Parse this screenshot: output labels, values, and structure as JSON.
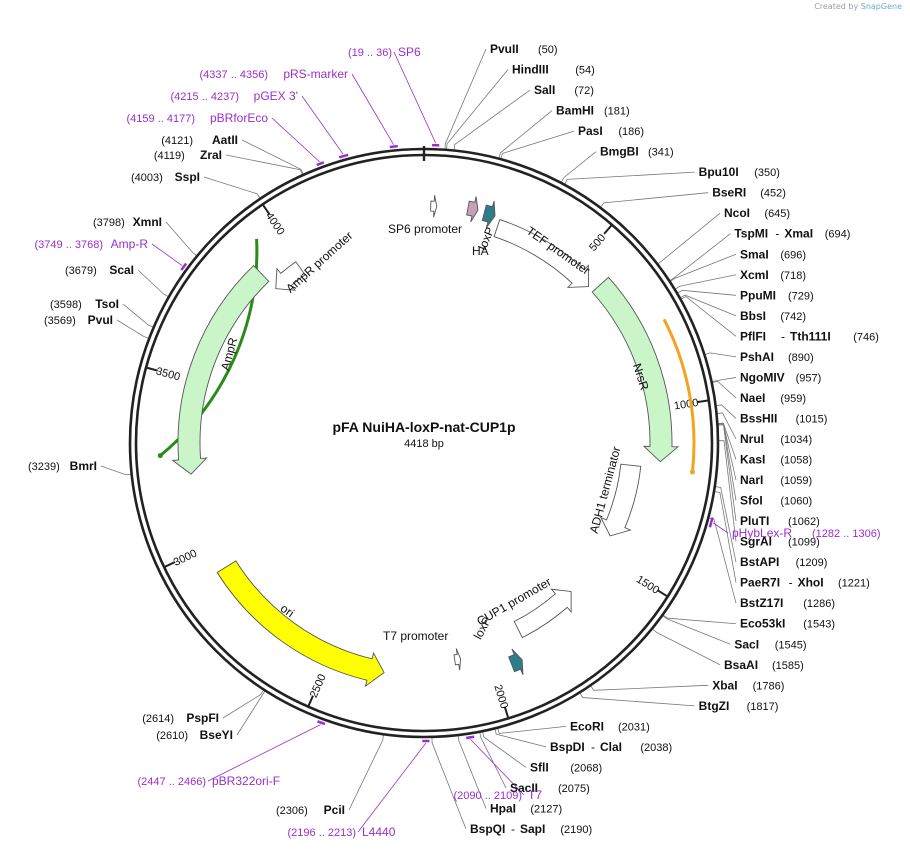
{
  "credit": {
    "prefix": "Created by",
    "brand": "SnapGene"
  },
  "plasmid": {
    "name": "pFA NuiHA-loxP-nat-CUP1p",
    "length_label": "4418 bp",
    "length": 4418
  },
  "tick_labels": [
    {
      "pos": 500,
      "label": "500"
    },
    {
      "pos": 1000,
      "label": "1000"
    },
    {
      "pos": 1500,
      "label": "1500"
    },
    {
      "pos": 2000,
      "label": "2000"
    },
    {
      "pos": 2500,
      "label": "2500"
    },
    {
      "pos": 3000,
      "label": "3000"
    },
    {
      "pos": 3500,
      "label": "3500"
    },
    {
      "pos": 4000,
      "label": "4000"
    }
  ],
  "right_sites": [
    {
      "pos": 50,
      "name": "PvuII",
      "coord": "(50)"
    },
    {
      "pos": 54,
      "name": "HindIII",
      "coord": "(54)"
    },
    {
      "pos": 72,
      "name": "SalI",
      "coord": "(72)"
    },
    {
      "pos": 181,
      "name": "BamHI",
      "coord": "(181)"
    },
    {
      "pos": 186,
      "name": "PasI",
      "coord": "(186)"
    },
    {
      "pos": 341,
      "name": "BmgBI",
      "coord": "(341)"
    },
    {
      "pos": 350,
      "name": "Bpu10I",
      "coord": "(350)"
    },
    {
      "pos": 452,
      "name": "BseRI",
      "coord": "(452)"
    },
    {
      "pos": 645,
      "name": "NcoI",
      "coord": "(645)"
    },
    {
      "pos": 694,
      "name": "TspMI",
      "name2": "XmaI",
      "coord": "(694)"
    },
    {
      "pos": 696,
      "name": "SmaI",
      "coord": "(696)"
    },
    {
      "pos": 718,
      "name": "XcmI",
      "coord": "(718)"
    },
    {
      "pos": 729,
      "name": "PpuMI",
      "coord": "(729)"
    },
    {
      "pos": 742,
      "name": "BbsI",
      "coord": "(742)"
    },
    {
      "pos": 746,
      "name": "PflFI",
      "name2": "Tth111I",
      "coord": "(746)"
    },
    {
      "pos": 890,
      "name": "PshAI",
      "coord": "(890)"
    },
    {
      "pos": 957,
      "name": "NgoMIV",
      "coord": "(957)"
    },
    {
      "pos": 959,
      "name": "NaeI",
      "coord": "(959)"
    },
    {
      "pos": 1015,
      "name": "BssHII",
      "coord": "(1015)"
    },
    {
      "pos": 1034,
      "name": "NruI",
      "coord": "(1034)"
    },
    {
      "pos": 1058,
      "name": "KasI",
      "coord": "(1058)"
    },
    {
      "pos": 1059,
      "name": "NarI",
      "coord": "(1059)"
    },
    {
      "pos": 1060,
      "name": "SfoI",
      "coord": "(1060)"
    },
    {
      "pos": 1062,
      "name": "PluTI",
      "coord": "(1062)"
    },
    {
      "pos": 1099,
      "name": "SgrAI",
      "coord": "(1099)"
    },
    {
      "pos": 1209,
      "name": "BstAPI",
      "coord": "(1209)"
    },
    {
      "pos": 1221,
      "name": "PaeR7I",
      "name2": "XhoI",
      "coord": "(1221)"
    },
    {
      "pos": 1286,
      "name": "BstZ17I",
      "coord": "(1286)"
    },
    {
      "pos": 1543,
      "name": "Eco53kI",
      "coord": "(1543)"
    },
    {
      "pos": 1545,
      "name": "SacI",
      "coord": "(1545)"
    },
    {
      "pos": 1585,
      "name": "BsaAI",
      "coord": "(1585)"
    },
    {
      "pos": 1786,
      "name": "XbaI",
      "coord": "(1786)"
    },
    {
      "pos": 1817,
      "name": "BtgZI",
      "coord": "(1817)"
    },
    {
      "pos": 2031,
      "name": "EcoRI",
      "coord": "(2031)"
    },
    {
      "pos": 2038,
      "name": "BspDI",
      "name2": "ClaI",
      "coord": "(2038)"
    },
    {
      "pos": 2068,
      "name": "SflI",
      "coord": "(2068)"
    },
    {
      "pos": 2075,
      "name": "SacII",
      "coord": "(2075)"
    },
    {
      "pos": 2127,
      "name": "HpaI",
      "coord": "(2127)"
    },
    {
      "pos": 2190,
      "name": "BspQI",
      "name2": "SapI",
      "coord": "(2190)"
    }
  ],
  "left_sites": [
    {
      "pos": 4121,
      "name": "AatII",
      "coord": "(4121)"
    },
    {
      "pos": 4119,
      "name": "ZraI",
      "coord": "(4119)"
    },
    {
      "pos": 4003,
      "name": "SspI",
      "coord": "(4003)"
    },
    {
      "pos": 3798,
      "name": "XmnI",
      "coord": "(3798)"
    },
    {
      "pos": 3679,
      "name": "ScaI",
      "coord": "(3679)"
    },
    {
      "pos": 3598,
      "name": "TsoI",
      "coord": "(3598)"
    },
    {
      "pos": 3569,
      "name": "PvuI",
      "coord": "(3569)"
    },
    {
      "pos": 3239,
      "name": "BmrI",
      "coord": "(3239)"
    },
    {
      "pos": 2614,
      "name": "PspFI",
      "coord": "(2614)"
    },
    {
      "pos": 2610,
      "name": "BseYI",
      "coord": "(2610)"
    },
    {
      "pos": 2306,
      "name": "PciI",
      "coord": "(2306)"
    }
  ],
  "primers": [
    {
      "start": 19,
      "end": 36,
      "range": "(19 .. 36)",
      "name": "SP6"
    },
    {
      "start": 4337,
      "end": 4356,
      "range": "(4337 .. 4356)",
      "name": "pRS-marker"
    },
    {
      "start": 4215,
      "end": 4237,
      "range": "(4215 .. 4237)",
      "name": "pGEX 3'"
    },
    {
      "start": 4159,
      "end": 4177,
      "range": "(4159 .. 4177)",
      "name": "pBRforEco"
    },
    {
      "start": 3749,
      "end": 3768,
      "range": "(3749 .. 3768)",
      "name": "Amp-R"
    },
    {
      "start": 1282,
      "end": 1306,
      "range": "(1282 .. 1306)",
      "name": "pHybLex-R"
    },
    {
      "start": 2090,
      "end": 2109,
      "range": "(2090 .. 2109)",
      "name": "T7"
    },
    {
      "start": 2196,
      "end": 2213,
      "range": "(2196 .. 2213)",
      "name": "L4440"
    },
    {
      "start": 2447,
      "end": 2466,
      "range": "(2447 .. 2466)",
      "name": "pBR322ori-F"
    }
  ],
  "features": [
    {
      "name": "SP6 promoter",
      "start": 20,
      "end": 38,
      "color": "#ffffff",
      "dir": 1
    },
    {
      "name": "HA",
      "start": 130,
      "end": 160,
      "color": "#c8a0b4",
      "dir": 1
    },
    {
      "name": "loxP",
      "start": 180,
      "end": 213,
      "color": "#2e7d8c",
      "dir": 1
    },
    {
      "name": "TEF promoter",
      "start": 230,
      "end": 570,
      "color": "#ffffff",
      "dir": 1
    },
    {
      "name": "NrsR",
      "start": 590,
      "end": 1160,
      "color": "#c9f5c9",
      "dir": 1
    },
    {
      "name": "ADH1 terminator",
      "start": 1180,
      "end": 1430,
      "color": "#ffffff",
      "dir": 1
    },
    {
      "name": "CUP1 promoter",
      "start": 1660,
      "end": 1880,
      "color": "#ffffff",
      "dir": -1
    },
    {
      "name": "loxP",
      "start": 1910,
      "end": 1944,
      "color": "#2e7d8c",
      "dir": -1
    },
    {
      "name": "T7 promoter",
      "start": 2091,
      "end": 2110,
      "color": "#ffffff",
      "dir": -1
    },
    {
      "name": "ori",
      "start": 2330,
      "end": 2920,
      "color": "#ffff00",
      "dir": -1
    },
    {
      "name": "AmpR",
      "start": 3220,
      "end": 3880,
      "color": "#c9f5c9",
      "dir": -1
    },
    {
      "name": "AmpR promoter",
      "start": 3880,
      "end": 3985,
      "color": "#ffffff",
      "dir": -1
    }
  ],
  "outer_features": [
    {
      "name": "orange-arc",
      "start": 770,
      "end": 1180,
      "color": "#f2a41f"
    },
    {
      "name": "green-arc",
      "start": 3280,
      "end": 3935,
      "color": "#2a8a1a"
    }
  ]
}
